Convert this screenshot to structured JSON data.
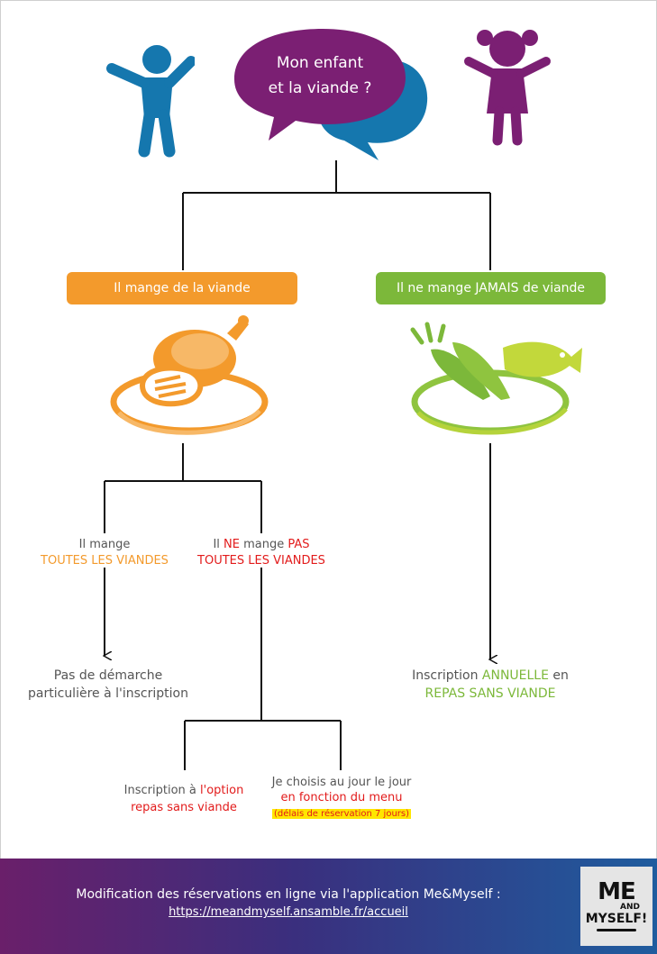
{
  "bubble": {
    "line1": "Mon enfant",
    "line2": "et la viande ?"
  },
  "branch_left": {
    "label": "Il mange de la viande",
    "color": "#f39a2c"
  },
  "branch_right": {
    "label": "Il ne mange JAMAIS de viande",
    "color": "#7cb83a"
  },
  "left_sub_a": {
    "line1": "Il mange",
    "line2": "TOUTES LES VIANDES"
  },
  "left_sub_b": {
    "l1_a": "Il ",
    "l1_b": "NE",
    "l1_c": " mange ",
    "l1_d": "PAS",
    "line2": "TOUTES LES VIANDES"
  },
  "result_a": {
    "line1": "Pas de démarche",
    "line2": "particulière à l'inscription"
  },
  "result_right": {
    "l1_a": "Inscription ",
    "l1_b": "ANNUELLE",
    "l1_c": " en",
    "line2": "REPAS SANS VIANDE"
  },
  "option_a": {
    "l1_a": "Inscription à ",
    "l1_b": "l'option",
    "line2": "repas sans viande"
  },
  "option_b": {
    "line1": "Je choisis au jour le jour",
    "line2": "en fonction du menu",
    "line3": "(délais de réservation 7 jours)"
  },
  "footer": {
    "line1": "Modification des réservations en ligne via l'application Me&Myself :",
    "link": "https://meandmyself.ansamble.fr/accueil",
    "logo_top": "ME",
    "logo_mid": "AND",
    "logo_bottom": "MYSELF!"
  },
  "colors": {
    "purple": "#7b1f73",
    "blue": "#1577ae",
    "orange": "#f39a2c",
    "green": "#7cb83a",
    "red": "#e21b1b"
  }
}
